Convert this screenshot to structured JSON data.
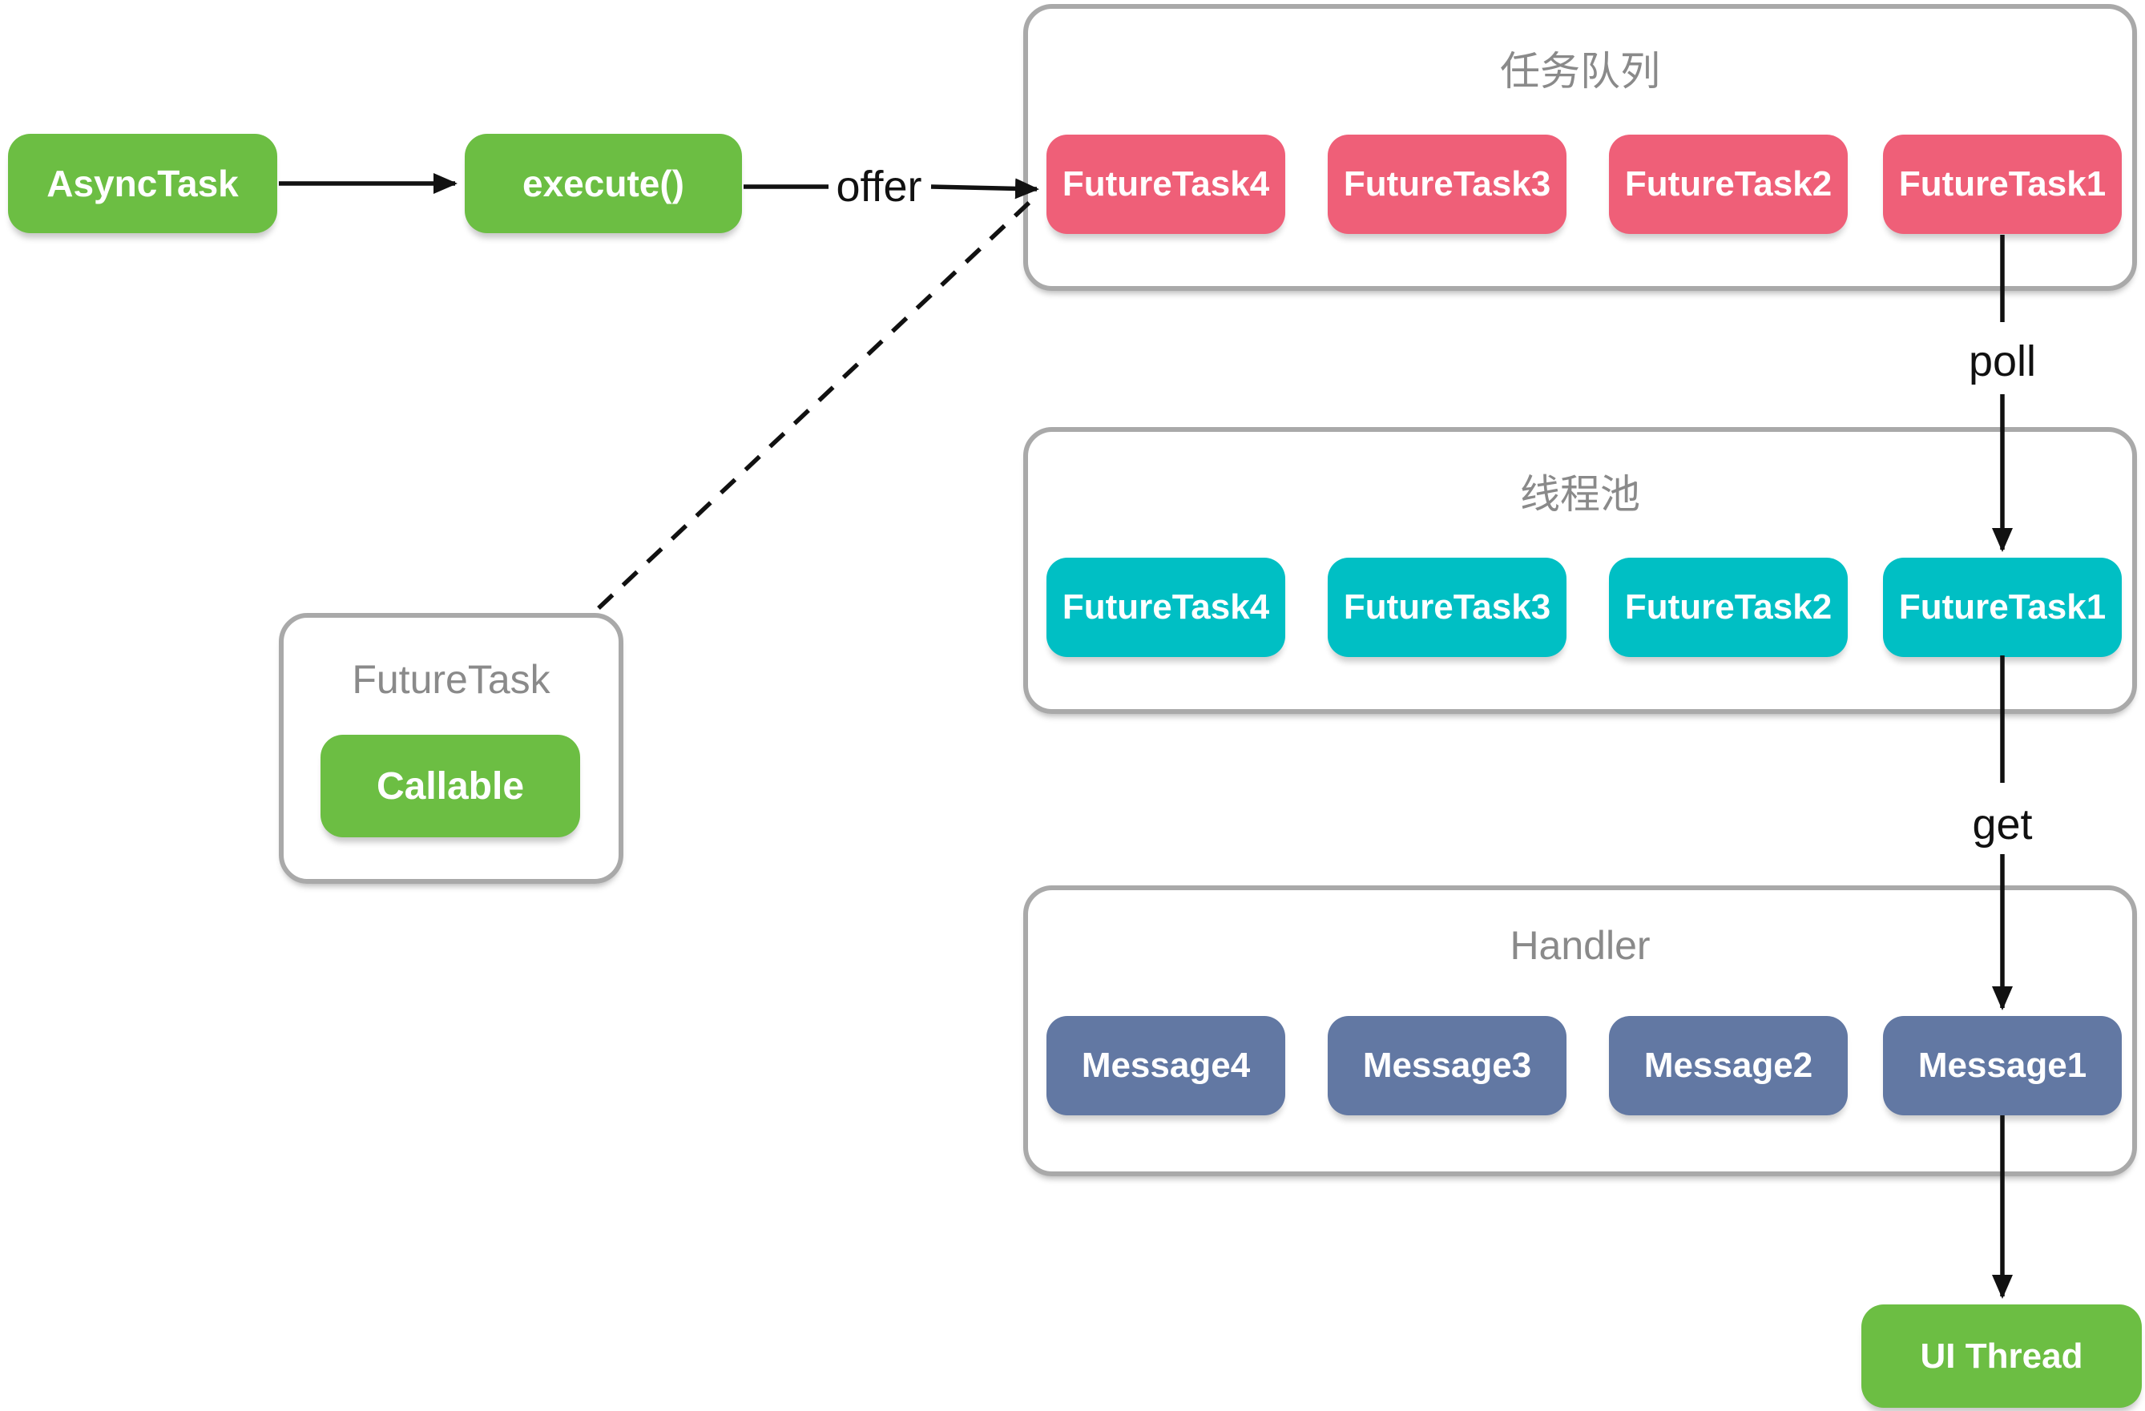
{
  "nodes": {
    "async_task": "AsyncTask",
    "execute": "execute()",
    "callable": "Callable",
    "ui_thread": "UI Thread"
  },
  "groups": {
    "task_queue": {
      "title": "任务队列",
      "items": [
        "FutureTask4",
        "FutureTask3",
        "FutureTask2",
        "FutureTask1"
      ]
    },
    "thread_pool": {
      "title": "线程池",
      "items": [
        "FutureTask4",
        "FutureTask3",
        "FutureTask2",
        "FutureTask1"
      ]
    },
    "handler": {
      "title": "Handler",
      "items": [
        "Message4",
        "Message3",
        "Message2",
        "Message1"
      ]
    },
    "future_task": {
      "title": "FutureTask"
    }
  },
  "edge_labels": {
    "offer": "offer",
    "poll": "poll",
    "get": "get"
  },
  "colors": {
    "node_green": "#6cbe43",
    "queue_pink": "#ef5f78",
    "pool_teal": "#00bfc4",
    "handler_blue": "#6278a3",
    "group_border": "#a9a9a9",
    "group_title": "#8a8a8a",
    "edge_black": "#111111"
  }
}
